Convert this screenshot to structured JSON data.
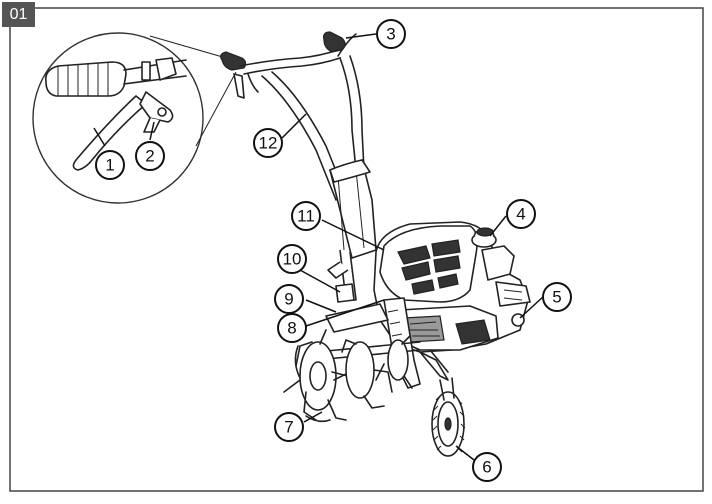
{
  "figure_tag": "01",
  "callouts": [
    {
      "id": "1",
      "label": "1"
    },
    {
      "id": "2",
      "label": "2"
    },
    {
      "id": "3",
      "label": "3"
    },
    {
      "id": "4",
      "label": "4"
    },
    {
      "id": "5",
      "label": "5"
    },
    {
      "id": "6",
      "label": "6"
    },
    {
      "id": "7",
      "label": "7"
    },
    {
      "id": "8",
      "label": "8"
    },
    {
      "id": "9",
      "label": "9"
    },
    {
      "id": "10",
      "label": "10"
    },
    {
      "id": "11",
      "label": "11"
    },
    {
      "id": "12",
      "label": "12"
    }
  ]
}
